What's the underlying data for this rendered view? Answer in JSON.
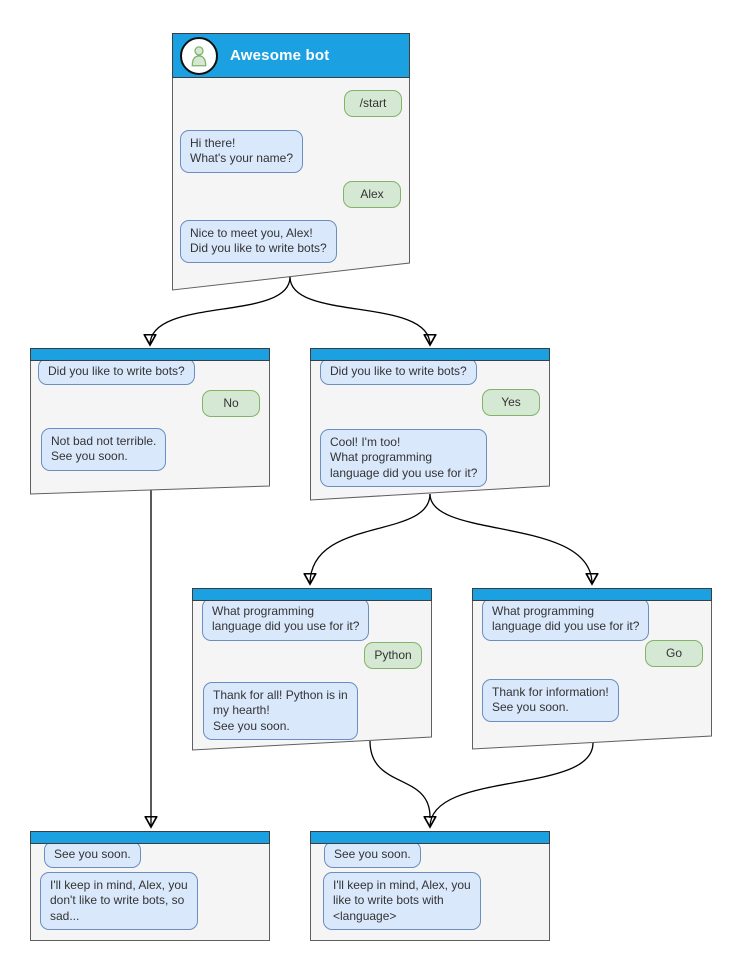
{
  "colors": {
    "header_blue": "#1BA1E2",
    "window_background": "#F5F5F5",
    "window_border": "#5F5F5F",
    "bot_bubble_background": "#DAE8FC",
    "bot_bubble_border": "#6C8EBF",
    "user_bubble_background": "#D5E8D4",
    "user_bubble_border": "#82B366",
    "title_text": "#FFFFFF",
    "arrow_color": "#000000"
  },
  "root_window": {
    "title": "Awesome bot",
    "avatar_icon": "user-icon",
    "messages": [
      {
        "sender": "user",
        "text": "/start"
      },
      {
        "sender": "bot",
        "text": "Hi there!\nWhat's your name?"
      },
      {
        "sender": "user",
        "text": "Alex"
      },
      {
        "sender": "bot",
        "text": "Nice to meet you, Alex!\nDid you like to write bots?"
      }
    ]
  },
  "branch_windows": [
    {
      "id": "no-branch",
      "messages": [
        {
          "sender": "bot",
          "text": "Did you like to write bots?"
        },
        {
          "sender": "user",
          "text": "No"
        },
        {
          "sender": "bot",
          "text": "Not bad not terrible.\nSee you soon."
        }
      ]
    },
    {
      "id": "yes-branch",
      "messages": [
        {
          "sender": "bot",
          "text": "Did you like to write bots?"
        },
        {
          "sender": "user",
          "text": "Yes"
        },
        {
          "sender": "bot",
          "text": "Cool! I'm too!\nWhat programming\nlanguage did you use for it?"
        }
      ]
    },
    {
      "id": "python-branch",
      "messages": [
        {
          "sender": "bot",
          "text": "What programming\nlanguage did you use for it?"
        },
        {
          "sender": "user",
          "text": "Python"
        },
        {
          "sender": "bot",
          "text": "Thank for all! Python is in\nmy hearth!\nSee you soon."
        }
      ]
    },
    {
      "id": "go-branch",
      "messages": [
        {
          "sender": "bot",
          "text": "What programming\nlanguage did you use for it?"
        },
        {
          "sender": "user",
          "text": "Go"
        },
        {
          "sender": "bot",
          "text": "Thank for information!\nSee you soon."
        }
      ]
    },
    {
      "id": "end-no",
      "messages": [
        {
          "sender": "bot",
          "text": "See you soon."
        },
        {
          "sender": "bot",
          "text": "I'll keep in mind, Alex, you\ndon't like to write bots, so\nsad..."
        }
      ]
    },
    {
      "id": "end-yes",
      "messages": [
        {
          "sender": "bot",
          "text": "See you soon."
        },
        {
          "sender": "bot",
          "text": "I'll keep in mind, Alex, you\nlike to write bots with\n<language>"
        }
      ]
    }
  ]
}
